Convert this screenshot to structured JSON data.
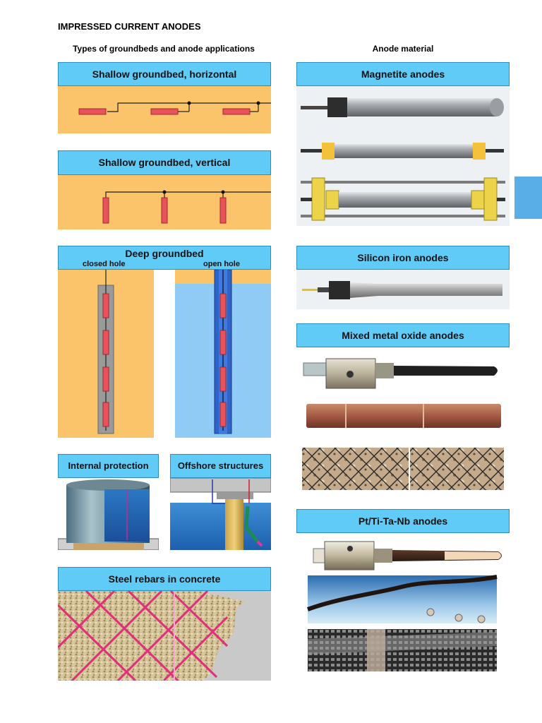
{
  "title": "IMPRESSED CURRENT ANODES",
  "columns": {
    "left": "Types of groundbeds and anode applications",
    "right": "Anode material"
  },
  "groundbeds": {
    "shallow_horizontal": "Shallow groundbed, horizontal",
    "shallow_vertical": "Shallow groundbed, vertical",
    "deep": "Deep groundbed",
    "closed_hole": "closed hole",
    "open_hole": "open hole",
    "internal_protection": "Internal protection",
    "offshore_structures": "Offshore structures",
    "steel_rebars": "Steel rebars in concrete"
  },
  "anode_materials": {
    "magnetite": "Magnetite anodes",
    "silicon_iron": "Silicon iron anodes",
    "mixed_metal_oxide": "Mixed metal oxide anodes",
    "platinized": "Pt/Ti-Ta-Nb anodes"
  },
  "colors": {
    "header_blue": "#5fcbf6",
    "sand": "#fbc46a",
    "anode_red": "#e8525a",
    "water_blue": "#8fcbf4",
    "side_tab": "#5aaee8"
  }
}
